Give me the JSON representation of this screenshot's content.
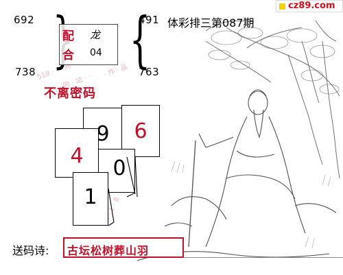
{
  "top": {
    "num_top_left": "692",
    "num_bottom_left": "738",
    "num_top_right": "491",
    "num_bottom_right": "763"
  },
  "center_box": {
    "peidui": "配",
    "long": "龙",
    "he": "合",
    "he_value": "04"
  },
  "issue_title": "体彩排三第087期",
  "site_badge": "cz89.com",
  "bulihan": "不离密码",
  "cards": {
    "d1": "9",
    "d2": "6",
    "d3": "4",
    "d4": "0",
    "d5": "1"
  },
  "poem": {
    "label": "送码诗:",
    "text": "古坛松树葬山羽"
  },
  "colors": {
    "accent_red": "#c0102a",
    "badge_yellow": "#f2d300"
  }
}
